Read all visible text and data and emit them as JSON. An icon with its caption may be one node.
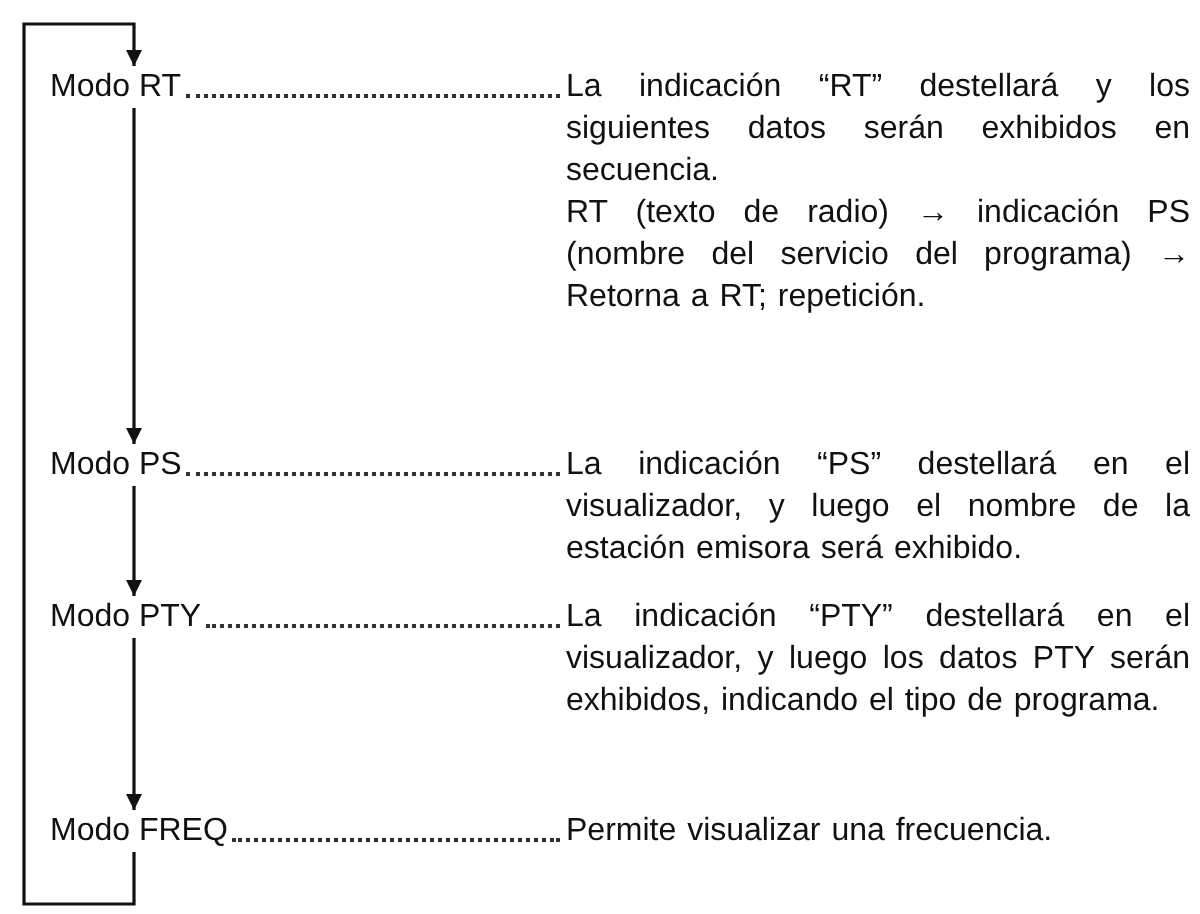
{
  "diagram": {
    "nodes": [
      {
        "text": [
          "Modo RT"
        ],
        "beside": [
          "La indicación “RT” destellará y los siguientes datos serán exhibidos en secuencia.",
          "RT (texto de radio) → indicación PS (nombre del servicio del programa) → Retorna a RT; repetición."
        ]
      },
      {
        "text": [
          "Modo PS"
        ],
        "beside": [
          "La indicación “PS” destellará en el visualizador, y luego el nombre de la estación emisora será exhibido."
        ]
      },
      {
        "text": [
          "Modo PTY"
        ],
        "beside": [
          "La indicación “PTY” destellará en el visualizador, y luego los datos PTY serán exhibidos, indicando el tipo de programa."
        ]
      },
      {
        "text": [
          "Modo FREQ"
        ],
        "beside": [
          "Permite visualizar una frecuencia."
        ]
      }
    ],
    "edges": [
      {
        "from": 0,
        "to": 1,
        "arrow": "to"
      },
      {
        "from": 1,
        "to": 2,
        "arrow": "to"
      },
      {
        "from": 2,
        "to": 3,
        "arrow": "to"
      },
      {
        "from": 3,
        "to": 0,
        "arrow": "to"
      }
    ]
  }
}
